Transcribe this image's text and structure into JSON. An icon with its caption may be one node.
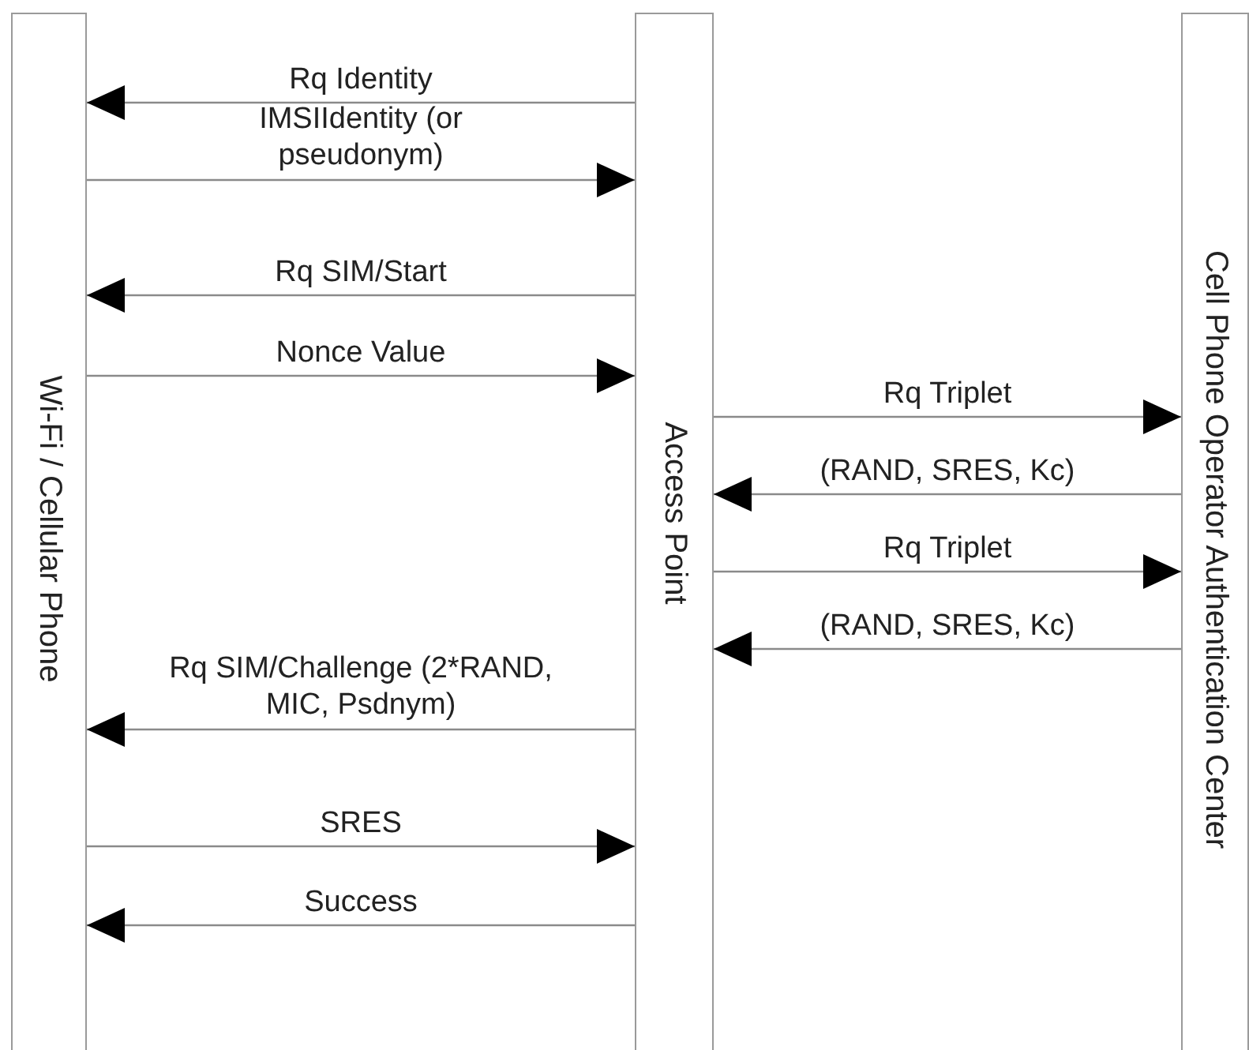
{
  "diagram": {
    "nodes": [
      {
        "text": [
          "Wi-Fi / Cellular Phone"
        ]
      },
      {
        "text": [
          "Access Point"
        ]
      },
      {
        "text": [
          "Cell Phone Operator Authentication Center"
        ]
      }
    ],
    "edges": [
      {
        "from": 1,
        "to": 0,
        "arrow": "to",
        "label": "Rq Identity"
      },
      {
        "from": 0,
        "to": 1,
        "arrow": "to",
        "label": "IMSIIdentity (or pseudonym)"
      },
      {
        "from": 1,
        "to": 0,
        "arrow": "to",
        "label": "Rq SIM/Start"
      },
      {
        "from": 0,
        "to": 1,
        "arrow": "to",
        "label": "Nonce Value"
      },
      {
        "from": 1,
        "to": 2,
        "arrow": "to",
        "label": "Rq Triplet"
      },
      {
        "from": 2,
        "to": 1,
        "arrow": "to",
        "label": "(RAND, SRES, Kc)"
      },
      {
        "from": 1,
        "to": 2,
        "arrow": "to",
        "label": "Rq Triplet"
      },
      {
        "from": 2,
        "to": 1,
        "arrow": "to",
        "label": "(RAND, SRES, Kc)"
      },
      {
        "from": 1,
        "to": 0,
        "arrow": "to",
        "label": "Rq SIM/Challenge (2*RAND, MIC, Psdnym)"
      },
      {
        "from": 0,
        "to": 1,
        "arrow": "to",
        "label": "SRES"
      },
      {
        "from": 1,
        "to": 0,
        "arrow": "to",
        "label": "Success"
      }
    ]
  }
}
